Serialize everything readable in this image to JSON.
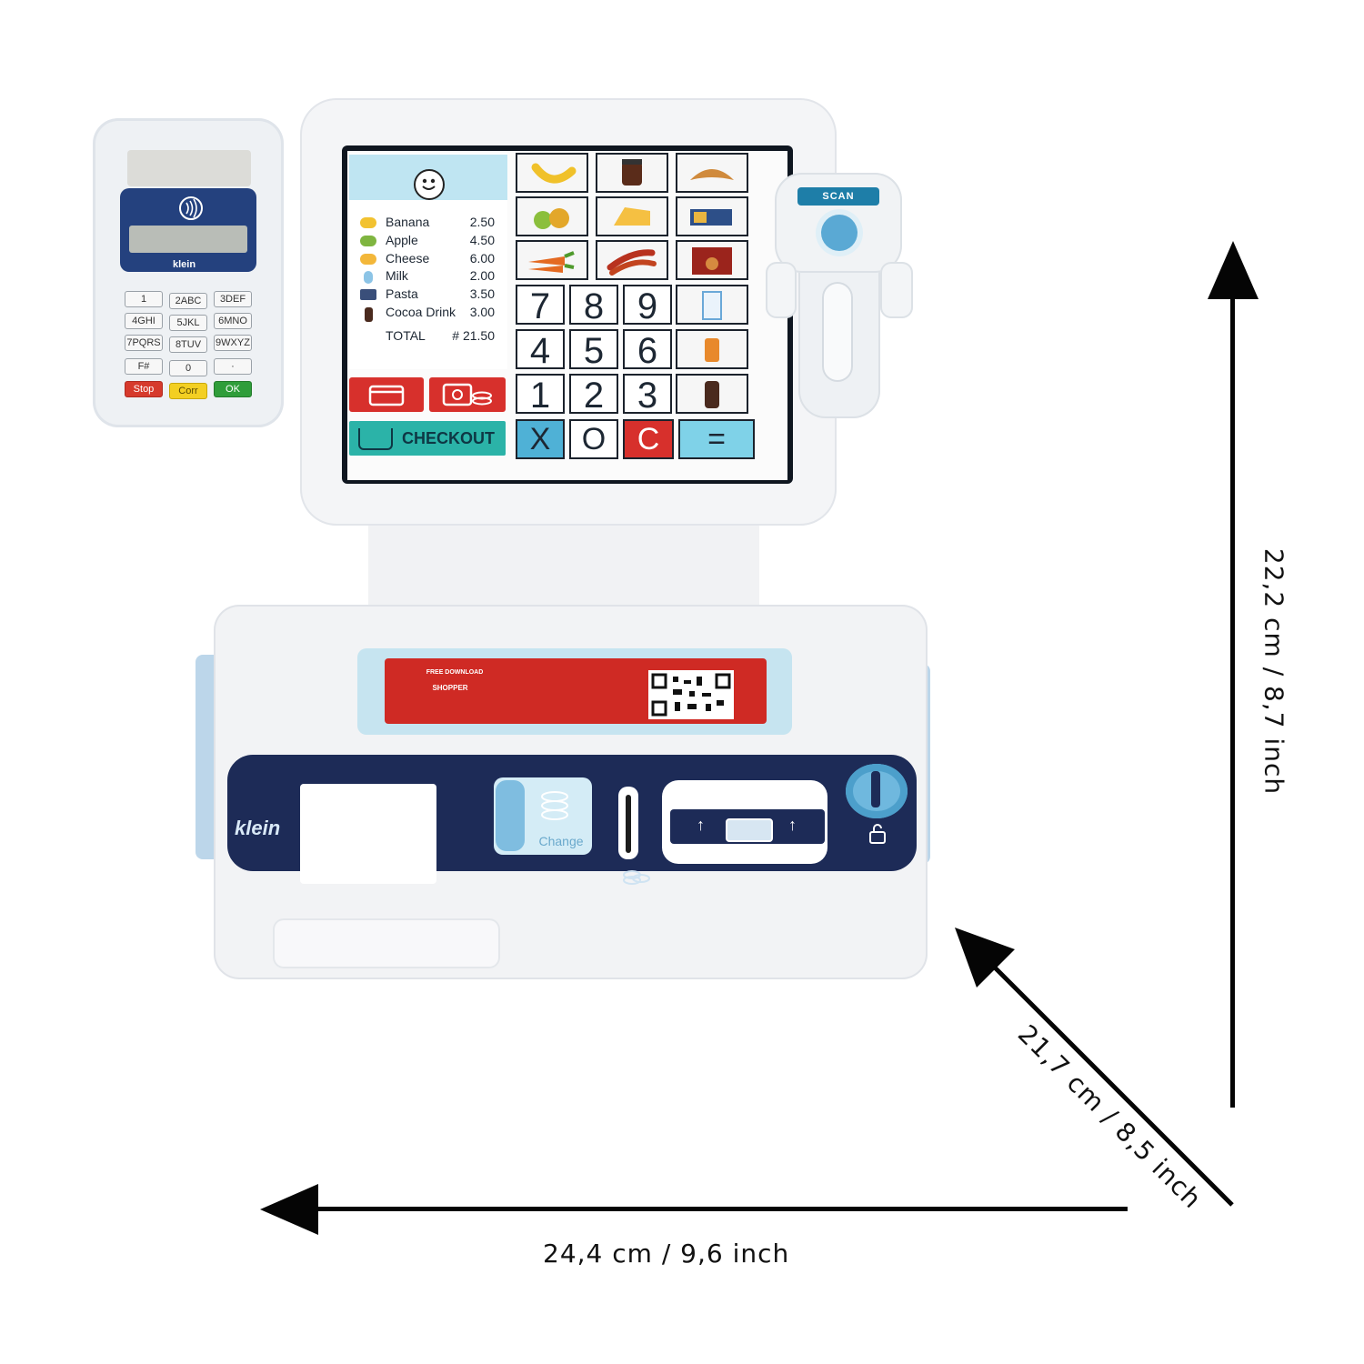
{
  "product": {
    "brand": "klein",
    "card_terminal": {
      "brand": "klein",
      "keys": [
        "1",
        "2ABC",
        "3DEF",
        "4GHI",
        "5JKL",
        "6MNO",
        "7PQRS",
        "8TUV",
        "9WXYZ",
        "F#",
        "0",
        "·"
      ],
      "stop_label": "Stop",
      "corr_label": "Corr",
      "ok_label": "OK"
    },
    "receipt": {
      "items": [
        {
          "name": "Banana",
          "price": "2.50"
        },
        {
          "name": "Apple",
          "price": "4.50"
        },
        {
          "name": "Cheese",
          "price": "6.00"
        },
        {
          "name": "Milk",
          "price": "2.00"
        },
        {
          "name": "Pasta",
          "price": "3.50"
        },
        {
          "name": "Cocoa Drink",
          "price": "3.00"
        }
      ],
      "total_label": "TOTAL",
      "total_value": "# 21.50"
    },
    "checkout_label": "CHECKOUT",
    "digits": [
      "7",
      "8",
      "9",
      "4",
      "5",
      "6",
      "1",
      "2",
      "3"
    ],
    "operators": {
      "multiply": "X",
      "zero": "O",
      "clear": "C",
      "equals": "="
    },
    "scanner_label": "SCAN",
    "promo": {
      "line1": "FREE DOWNLOAD",
      "logo_text": "SHOPPER"
    },
    "change_label": "Change"
  },
  "dimensions": {
    "height": "22,2 cm / 8,7 inch",
    "depth": "21,7 cm / 8,5 inch",
    "width": "24,4 cm / 9,6 inch"
  }
}
